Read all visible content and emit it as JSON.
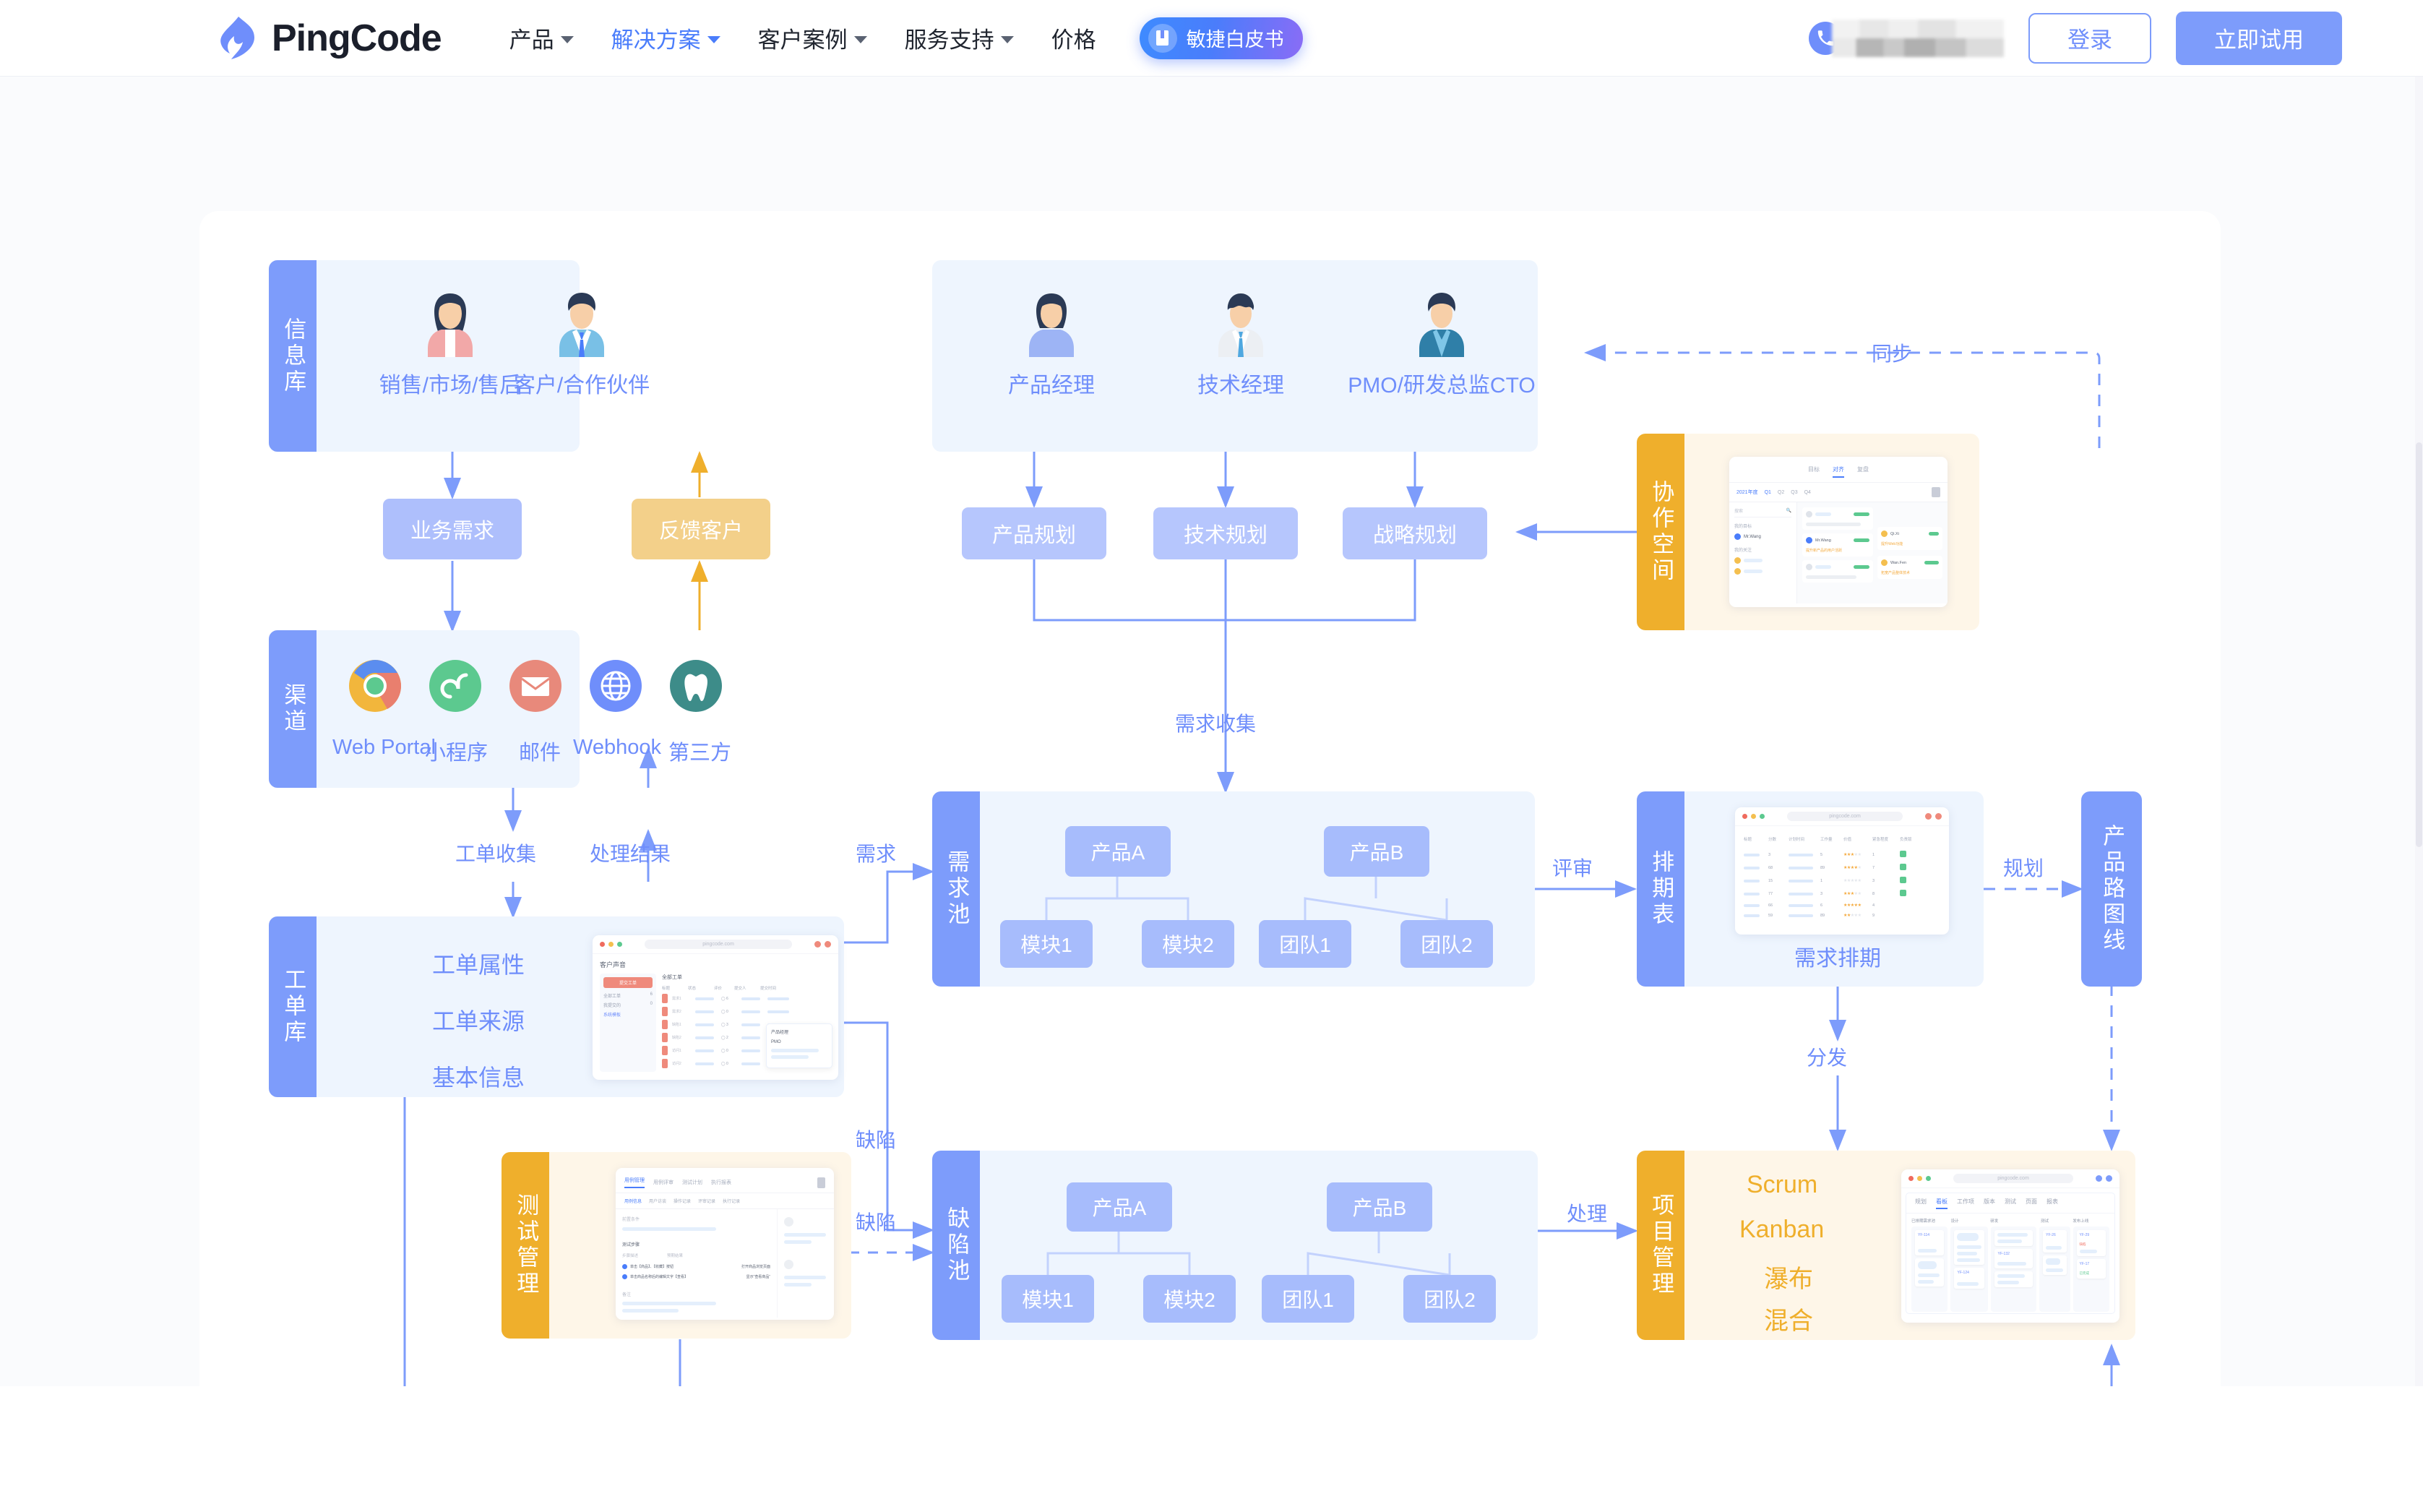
{
  "header": {
    "brand": "PingCode",
    "brand_icon": "pingcode-logo-icon",
    "nav": [
      {
        "label": "产品",
        "active": false,
        "has_caret": true
      },
      {
        "label": "解决方案",
        "active": true,
        "has_caret": true
      },
      {
        "label": "客户案例",
        "active": false,
        "has_caret": true
      },
      {
        "label": "服务支持",
        "active": false,
        "has_caret": true
      },
      {
        "label": "价格",
        "active": false,
        "has_caret": false
      }
    ],
    "whitepaper_button": "敏捷白皮书",
    "phone_icon": "phone-icon",
    "phone_number": "",
    "login_button": "登录",
    "trial_button": "立即试用"
  },
  "diagram": {
    "groups": {
      "info_base": "信息库",
      "channel": "渠道",
      "ticket_base": "工单库",
      "requirement_pool": "需求池",
      "defect_pool": "缺陷池",
      "schedule_table": "排期表",
      "roadmap": "产品路图线",
      "collab_space": "协作空间",
      "test_mgmt": "测试管理",
      "project_mgmt": "项目管理"
    },
    "personas_left": [
      {
        "label": "销售/市场/售后",
        "icon": "female-avatar-icon"
      },
      {
        "label": "客户/合作伙伴",
        "icon": "male-avatar-icon"
      }
    ],
    "personas_right": [
      {
        "label": "产品经理",
        "icon": "female-avatar-icon"
      },
      {
        "label": "技术经理",
        "icon": "male-avatar-icon"
      },
      {
        "label": "PMO/研发总监CTO",
        "icon": "male-avatar-icon"
      }
    ],
    "chips_left": [
      {
        "label": "业务需求",
        "tone": "blue"
      },
      {
        "label": "反馈客户",
        "tone": "amber"
      }
    ],
    "plans": [
      "产品规划",
      "技术规划",
      "战略规划"
    ],
    "channels": [
      {
        "label": "Web Portal",
        "icon": "chrome-icon"
      },
      {
        "label": "小程序",
        "icon": "miniprogram-icon"
      },
      {
        "label": "邮件",
        "icon": "mail-icon"
      },
      {
        "label": "Webhook",
        "icon": "globe-icon"
      },
      {
        "label": "第三方",
        "icon": "thirdparty-icon"
      }
    ],
    "ticket_fields": [
      "工单属性",
      "工单来源",
      "基本信息"
    ],
    "pool_tree": {
      "product_a": "产品A",
      "product_b": "产品B",
      "a_children": [
        "模块1",
        "模块2"
      ],
      "b_children": [
        "团队1",
        "团队2"
      ]
    },
    "edge_labels": {
      "sync": "同步",
      "requirement_collect": "需求收集",
      "ticket_collect": "工单收集",
      "process_result": "处理结果",
      "requirement": "需求",
      "defect_solid": "缺陷",
      "defect_dashed": "缺陷",
      "review": "评审",
      "plan": "规划",
      "dispatch": "分发",
      "handle": "处理"
    },
    "captions": {
      "requirement_schedule": "需求排期"
    },
    "project_methods": [
      "Scrum",
      "Kanban",
      "瀑布",
      "混合"
    ],
    "mock_ticket": {
      "url": "pingcode.com",
      "title": "客户声音",
      "primary_tab": "提交工单",
      "section": "全部工单",
      "side_items": [
        {
          "label": "全部工单",
          "count": "6"
        },
        {
          "label": "我提交的",
          "count": "0"
        },
        {
          "label": "系统模板",
          "count": ""
        }
      ],
      "columns": [
        "标题",
        "状态",
        "评价",
        "提交人",
        "提交时间"
      ],
      "rows": [
        {
          "title": "需求1",
          "score": "6"
        },
        {
          "title": "需求2",
          "score": "0"
        },
        {
          "title": "缺陷1",
          "score": "3"
        },
        {
          "title": "缺陷2",
          "score": "2"
        },
        {
          "title": "访问1",
          "score": "0"
        },
        {
          "title": "访问2",
          "score": "0"
        }
      ],
      "popover": [
        "产品经理",
        "PMO"
      ]
    },
    "mock_collab": {
      "tabs": [
        "目标",
        "对齐",
        "复盘"
      ],
      "active_tab": "对齐",
      "year": "2021年度",
      "quarters": [
        "Q1",
        "Q2",
        "Q3",
        "Q4"
      ],
      "search_placeholder": "搜索",
      "groups": [
        "我的目标",
        "我的关注"
      ],
      "people": [
        "Mr.Wang",
        "Mr.Wang",
        "Qi.Xi",
        "Wan.Fen"
      ],
      "items": [
        "提升新产品的用户活跃",
        "提升Web功能",
        "拓宽产品整体技术"
      ]
    },
    "mock_schedule": {
      "url": "pingcode.com",
      "columns": [
        "标题",
        "分数",
        "计划时间",
        "工作量",
        "价值",
        "紧急程度",
        "负责版"
      ],
      "rows": [
        {
          "score": "3",
          "effort": "5",
          "stars": 3,
          "urgency": "1",
          "badge": true
        },
        {
          "score": "68",
          "effort": "89",
          "stars": 4,
          "urgency": "7",
          "badge": true
        },
        {
          "score": "15",
          "effort": "1",
          "stars": 0,
          "urgency": "3",
          "badge": true
        },
        {
          "score": "77",
          "effort": "3",
          "stars": 3,
          "urgency": "8",
          "badge": true
        },
        {
          "score": "66",
          "effort": "6",
          "stars": 5,
          "urgency": "4",
          "badge": false
        },
        {
          "score": "59",
          "effort": "89",
          "stars": 2,
          "urgency": "9",
          "badge": false
        }
      ]
    },
    "mock_test": {
      "tabs": [
        "用例管理",
        "用例评审",
        "测试计划",
        "执行报表"
      ],
      "active_tab": "用例管理",
      "subtabs": [
        "用例信息",
        "用户访谈",
        "操作记录",
        "评审记录",
        "执行记录"
      ],
      "field_1": "前置条件",
      "field_2": "测试步骤",
      "col_1": "步骤描述",
      "col_2": "预期结果",
      "steps": [
        {
          "desc": "单击【商品】、【收藏】按钮",
          "expect": "打开商品浏览页面"
        },
        {
          "desc": "单击商品名称后的编辑文字【查看】",
          "expect": "显示“查看商品”"
        }
      ],
      "field_3": "备注"
    },
    "mock_project": {
      "url": "pingcode.com",
      "tabs": [
        "规划",
        "看板",
        "工作项",
        "版本",
        "测试",
        "页面",
        "报表"
      ],
      "active_tab": "看板",
      "columns": [
        "已排期需求池",
        "设计",
        "研发",
        "测试",
        "发布上线"
      ],
      "cards": [
        "YF-114",
        "YF-26",
        "YF-29",
        "YF-132",
        "YF-124",
        "YF-17"
      ],
      "labels": [
        "缺陷",
        "已修复",
        "已完成"
      ]
    }
  },
  "colors": {
    "brand_blue": "#4a7dfb",
    "rail_blue": "#7d9cfb",
    "rail_amber": "#efaf2c",
    "panel_blue_bg": "#eef5fe",
    "panel_amber_bg": "#fef6e8",
    "chip_blue": "#aebffc",
    "chip_amber": "#f3d08a",
    "text_blue": "#6f8efb",
    "page_bg": "#fafbfd"
  }
}
